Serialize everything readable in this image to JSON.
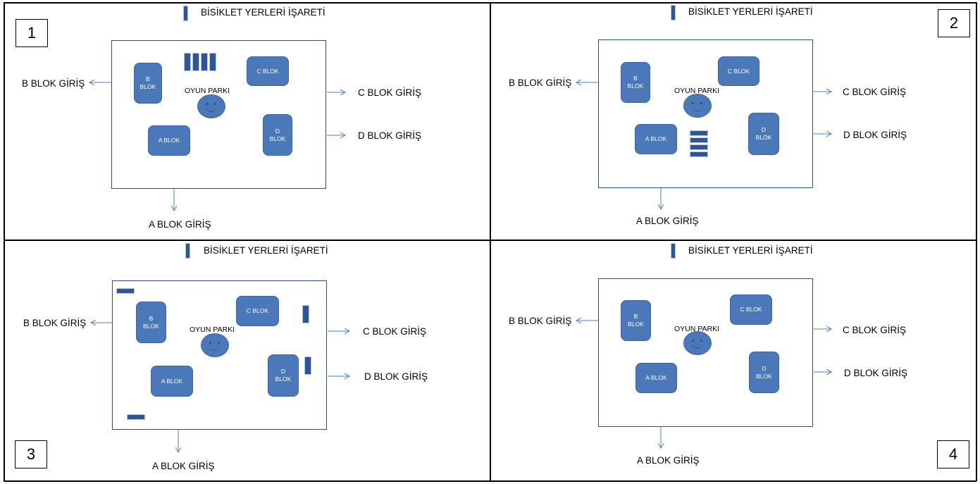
{
  "panels": [
    {
      "number": "1",
      "legend": "BİSİKLET YERLERİ İŞARETİ",
      "park": "OYUN PARKI",
      "blocks": {
        "b": "B\nBLOK",
        "c": "C BLOK",
        "a": "A BLOK",
        "d": "D\nBLOK"
      },
      "entries": {
        "b": "B BLOK GİRİŞ",
        "c": "C BLOK GİRİŞ",
        "d": "D BLOK GİRİŞ",
        "a": "A BLOK GİRİŞ"
      }
    },
    {
      "number": "2",
      "legend": "BİSİKLET YERLERİ İŞARETİ",
      "park": "OYUN PARKI",
      "blocks": {
        "b": "B\nBLOK",
        "c": "C BLOK",
        "a": "A BLOK",
        "d": "D\nBLOK"
      },
      "entries": {
        "b": "B BLOK GİRİŞ",
        "c": "C BLOK GİRİŞ",
        "d": "D BLOK GİRİŞ",
        "a": "A BLOK GİRİŞ"
      }
    },
    {
      "number": "3",
      "legend": "BİSİKLET YERLERİ İŞARETİ",
      "park": "OYUN PARKI",
      "blocks": {
        "b": "B\nBLOK",
        "c": "C BLOK",
        "a": "A BLOK",
        "d": "D\nBLOK"
      },
      "entries": {
        "b": "B BLOK GİRİŞ",
        "c": "C BLOK GİRİŞ",
        "d": "D BLOK GİRİŞ",
        "a": "A BLOK GİRİŞ"
      }
    },
    {
      "number": "4",
      "legend": "BİSİKLET YERLERİ İŞARETİ",
      "park": "OYUN PARKI",
      "blocks": {
        "b": "B\nBLOK",
        "c": "C BLOK",
        "a": "A BLOK",
        "d": "D\nBLOK"
      },
      "entries": {
        "b": "B BLOK GİRİŞ",
        "c": "C BLOK GİRİŞ",
        "d": "D BLOK GİRİŞ",
        "a": "A BLOK GİRİŞ"
      }
    }
  ],
  "colors": {
    "block_fill": "#4a78b8",
    "bike_marker": "#2e5597",
    "site_border": "#2e4f86",
    "arrow": "#4a7fc1"
  }
}
